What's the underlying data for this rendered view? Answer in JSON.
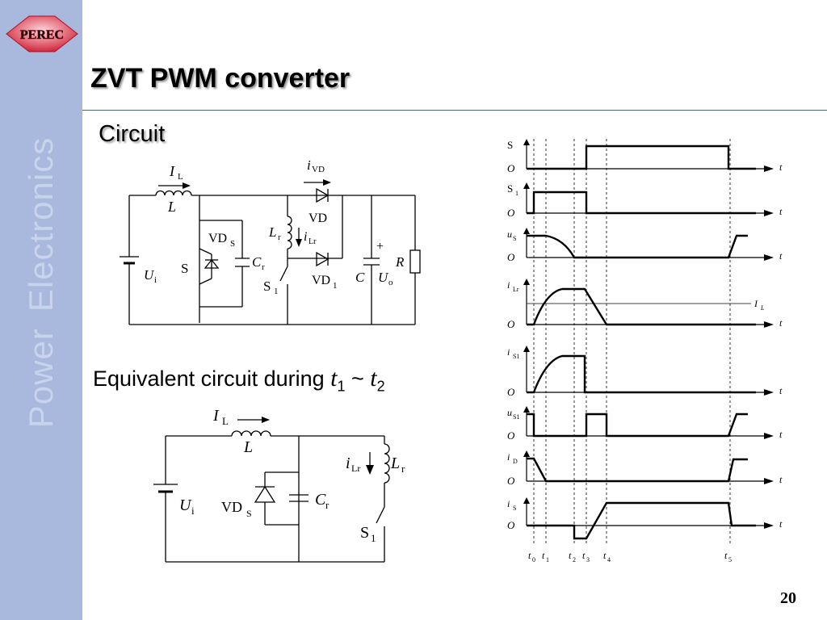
{
  "slide": {
    "logo_text": "PEREC",
    "sidebar_words": [
      "Power",
      "Electronics"
    ],
    "title": "ZVT PWM converter",
    "subtitle": "Circuit",
    "equiv_text": "Equivalent circuit during ",
    "equiv_t1": "t",
    "equiv_t1_sub": "1",
    "equiv_sep": " ~ ",
    "equiv_t2": "t",
    "equiv_t2_sub": "2",
    "page_number": "20"
  },
  "circuit": {
    "labels": {
      "IL": "I",
      "IL_sub": "L",
      "L": "L",
      "iVD": "i",
      "iVD_sub": "VD",
      "VD": "VD",
      "Lr": "L",
      "Lr_sub": "r",
      "iLr": "i",
      "iLr_sub": "Lr",
      "VDS": "VD",
      "VDS_sub": "S",
      "S": "S",
      "Cr": "C",
      "Cr_sub": "r",
      "S1": "S",
      "S1_sub": "1",
      "VD1": "VD",
      "VD1_sub": "1",
      "plus": "+",
      "R": "R",
      "C": "C",
      "Uo": "U",
      "Uo_sub": "o",
      "Ui": "U",
      "Ui_sub": "i"
    }
  },
  "equivalent": {
    "labels": {
      "IL": "I",
      "IL_sub": "L",
      "L": "L",
      "iLr": "i",
      "iLr_sub": "Lr",
      "Lr": "L",
      "Lr_sub": "r",
      "Ui": "U",
      "Ui_sub": "i",
      "VDS": "VD",
      "VDS_sub": "S",
      "Cr": "C",
      "Cr_sub": "r",
      "S1": "S",
      "S1_sub": "1"
    }
  },
  "waveforms": {
    "origin_label": "O",
    "axis_label": "t",
    "IL_label": "I",
    "IL_sub": "L",
    "rows": [
      {
        "main": "S",
        "sub": "",
        "italic": false
      },
      {
        "main": "S",
        "sub": "1",
        "italic": false
      },
      {
        "main": "u",
        "sub": "S",
        "italic": true
      },
      {
        "main": "i",
        "sub": "Lr",
        "italic": true
      },
      {
        "main": "i",
        "sub": "S1",
        "italic": true
      },
      {
        "main": "u",
        "sub": "S1",
        "italic": true
      },
      {
        "main": "i",
        "sub": "D",
        "italic": true
      },
      {
        "main": "i",
        "sub": "S",
        "italic": true
      }
    ],
    "times": [
      {
        "main": "t",
        "sub": "0"
      },
      {
        "main": "t",
        "sub": "1"
      },
      {
        "main": "t",
        "sub": "2"
      },
      {
        "main": "t",
        "sub": "3"
      },
      {
        "main": "t",
        "sub": "4"
      },
      {
        "main": "t",
        "sub": "5"
      }
    ]
  }
}
